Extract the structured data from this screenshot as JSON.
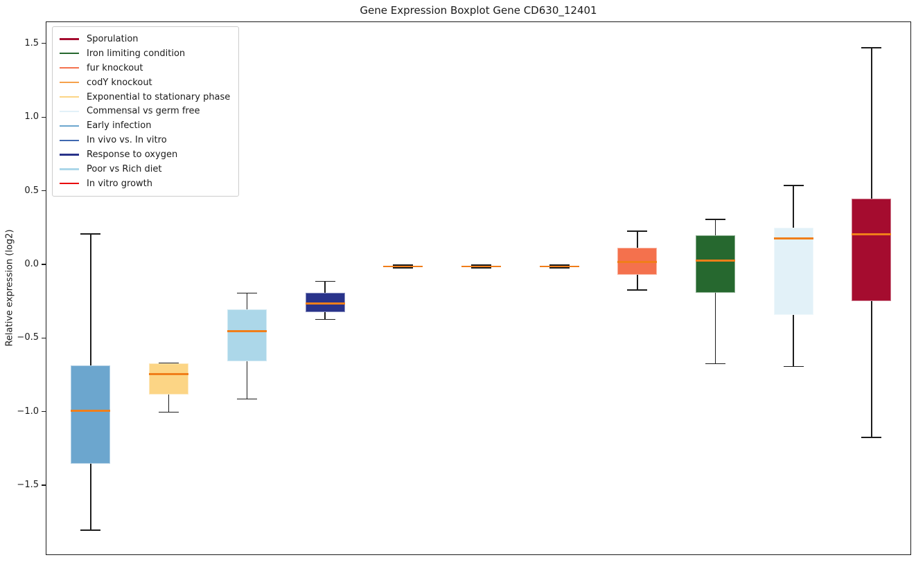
{
  "chart_data": {
    "type": "boxplot",
    "title": "Gene Expression Boxplot Gene CD630_12401",
    "ylabel": "Relative expression (log2)",
    "xlabel": "",
    "ylim": [
      -1.975,
      1.65
    ],
    "grid": false,
    "legend_position": "upper-left",
    "yticks": [
      {
        "value": 1.5,
        "label": "1.5"
      },
      {
        "value": 1.0,
        "label": "1.0"
      },
      {
        "value": 0.5,
        "label": "0.5"
      },
      {
        "value": 0.0,
        "label": "0.0"
      },
      {
        "value": -0.5,
        "label": "−0.5"
      },
      {
        "value": -1.0,
        "label": "−1.0"
      },
      {
        "value": -1.5,
        "label": "−1.5"
      }
    ],
    "style": {
      "median_color": "#F07E1A",
      "whisker_color": "#1c1c1c",
      "axis_color": "#1a1a1a"
    },
    "legend": [
      {
        "label": "Sporulation",
        "color": "#A50C2F"
      },
      {
        "label": "Iron limiting condition",
        "color": "#26682F"
      },
      {
        "label": "fur knockout",
        "color": "#F4714D"
      },
      {
        "label": "codY knockout",
        "color": "#F5A14B"
      },
      {
        "label": "Exponential to stationary phase",
        "color": "#FCD585"
      },
      {
        "label": "Commensal vs germ free",
        "color": "#E2F1F8"
      },
      {
        "label": "Early infection",
        "color": "#6CA6CE"
      },
      {
        "label": "In vivo vs. In vitro",
        "color": "#3F68B0"
      },
      {
        "label": "Response to oxygen",
        "color": "#29338A"
      },
      {
        "label": "Poor vs Rich diet",
        "color": "#ACD7E9"
      },
      {
        "label": "In vitro growth",
        "color": "#E8000B"
      }
    ],
    "series": [
      {
        "label": "Early infection",
        "color": "#6CA6CE",
        "whisker_low": -1.8,
        "q1": -1.35,
        "median": -0.99,
        "q3": -0.68,
        "whisker_high": 0.21
      },
      {
        "label": "Exponential to stationary phase",
        "color": "#FCD585",
        "whisker_low": -1.0,
        "q1": -0.88,
        "median": -0.74,
        "q3": -0.67,
        "whisker_high": -0.665
      },
      {
        "label": "Poor vs Rich diet",
        "color": "#ACD7E9",
        "whisker_low": -0.91,
        "q1": -0.655,
        "median": -0.45,
        "q3": -0.3,
        "whisker_high": -0.19
      },
      {
        "label": "Response to oxygen",
        "color": "#29338A",
        "whisker_low": -0.37,
        "q1": -0.32,
        "median": -0.26,
        "q3": -0.19,
        "whisker_high": -0.11
      },
      {
        "label": "codY knockout",
        "color": "#F5A14B",
        "whisker_low": -0.02,
        "q1": -0.015,
        "median": -0.01,
        "q3": -0.005,
        "whisker_high": 0.0
      },
      {
        "label": "In vivo vs. In vitro",
        "color": "#3F68B0",
        "whisker_low": -0.02,
        "q1": -0.015,
        "median": -0.01,
        "q3": -0.005,
        "whisker_high": 0.0
      },
      {
        "label": "In vitro growth",
        "color": "#E8000B",
        "whisker_low": -0.02,
        "q1": -0.015,
        "median": -0.01,
        "q3": -0.005,
        "whisker_high": 0.0
      },
      {
        "label": "fur knockout",
        "color": "#F4714D",
        "whisker_low": -0.17,
        "q1": -0.065,
        "median": 0.02,
        "q3": 0.115,
        "whisker_high": 0.23
      },
      {
        "label": "Iron limiting condition",
        "color": "#26682F",
        "whisker_low": -0.67,
        "q1": -0.19,
        "median": 0.03,
        "q3": 0.2,
        "whisker_high": 0.31
      },
      {
        "label": "Commensal vs germ free",
        "color": "#E2F1F8",
        "whisker_low": -0.69,
        "q1": -0.34,
        "median": 0.18,
        "q3": 0.255,
        "whisker_high": 0.54
      },
      {
        "label": "Sporulation",
        "color": "#A50C2F",
        "whisker_low": -1.17,
        "q1": -0.245,
        "median": 0.21,
        "q3": 0.45,
        "whisker_high": 1.475
      }
    ]
  }
}
